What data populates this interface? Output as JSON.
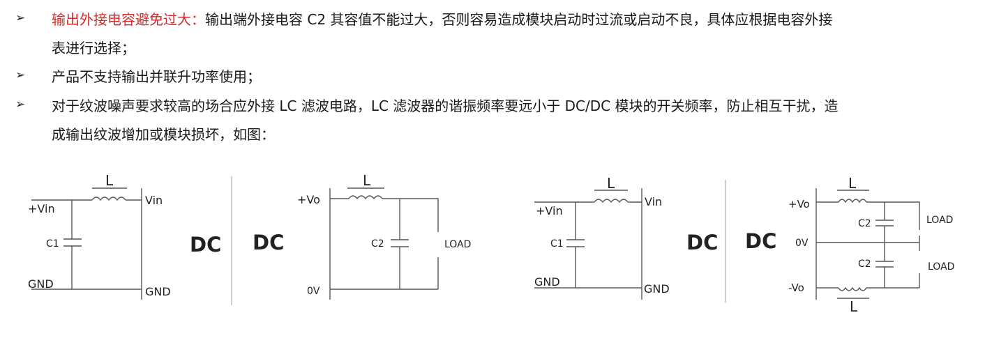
{
  "bullets": [
    {
      "symbol": "➢",
      "highlight": "输出外接电容避免过大：",
      "line1": "输出端外接电容 C2 其容值不能过大，否则容易造成模块启动时过流或启动不良，具体应根据电容外接",
      "line2": "表进行选择；"
    },
    {
      "symbol": "➢",
      "line1": "产品不支持输出并联升功率使用；"
    },
    {
      "symbol": "➢",
      "line1": "对于纹波噪声要求较高的场合应外接 LC 滤波电路，LC 滤波器的谐振频率要远小于 DC/DC 模块的开关频率，防止相互干扰，造",
      "line2": "成输出纹波增加或模块损坏，如图："
    }
  ],
  "diagram1": {
    "input": {
      "L": "L",
      "vin_left": "+Vin",
      "vin_right": "Vin",
      "cap": "C1",
      "gnd_left": "GND",
      "gnd_right": "GND",
      "dc": "DC"
    },
    "output": {
      "dc": "DC",
      "L": "L",
      "vo": "+Vo",
      "cap": "C2",
      "load": "LOAD",
      "ov": "0V"
    }
  },
  "diagram2": {
    "input": {
      "L": "L",
      "vin_left": "+Vin",
      "vin_right": "Vin",
      "cap": "C1",
      "gnd_left": "GND",
      "gnd_right": "GND",
      "dc": "DC"
    },
    "output": {
      "dc": "DC",
      "L_top": "L",
      "L_bottom": "L",
      "vo_pos": "+Vo",
      "ov": "0V",
      "vo_neg": "-Vo",
      "cap_top": "C2",
      "cap_bottom": "C2",
      "load_top": "LOAD",
      "load_bottom": "LOAD"
    }
  },
  "colors": {
    "highlight": "#d42a2a",
    "text": "#1a1a1a",
    "line": "#555555"
  }
}
